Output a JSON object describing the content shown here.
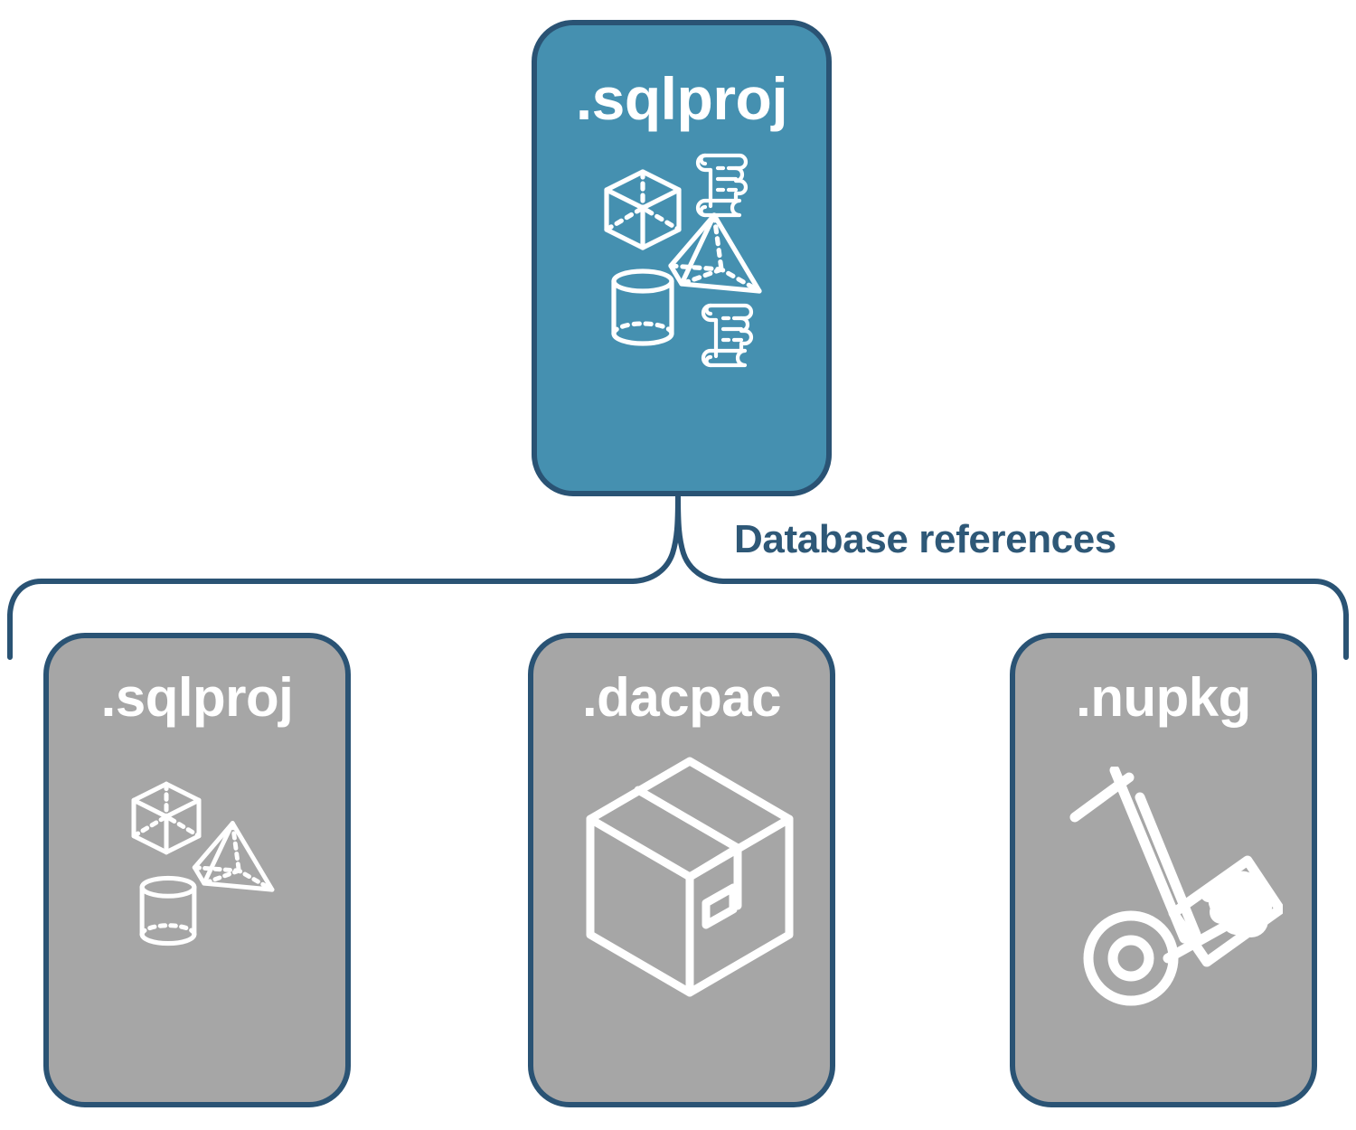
{
  "diagram": {
    "title_hidden": "",
    "type": "hierarchy-brace",
    "colors": {
      "accent_teal": "#4590B0",
      "neutral_gray": "#A6A6A6",
      "stroke_navy": "#2A5374",
      "label_navy": "#2E5877",
      "icon_white": "#FFFFFF",
      "background": "#FFFFFF"
    },
    "root": {
      "label": ".sqlproj",
      "fill": "#4590B0",
      "icons": [
        "cube-icon",
        "scroll-icon",
        "pyramid-icon",
        "cylinder-icon",
        "scroll-icon"
      ]
    },
    "connector": {
      "label": "Database references",
      "shape": "curly-brace",
      "direction": "root-to-children"
    },
    "children": [
      {
        "label": ".sqlproj",
        "fill": "#A6A6A6",
        "icons": [
          "cube-icon",
          "pyramid-icon",
          "cylinder-icon"
        ]
      },
      {
        "label": ".dacpac",
        "fill": "#A6A6A6",
        "icons": [
          "shipping-box-icon"
        ]
      },
      {
        "label": ".nupkg",
        "fill": "#A6A6A6",
        "icons": [
          "hand-truck-package-icon"
        ]
      }
    ]
  }
}
